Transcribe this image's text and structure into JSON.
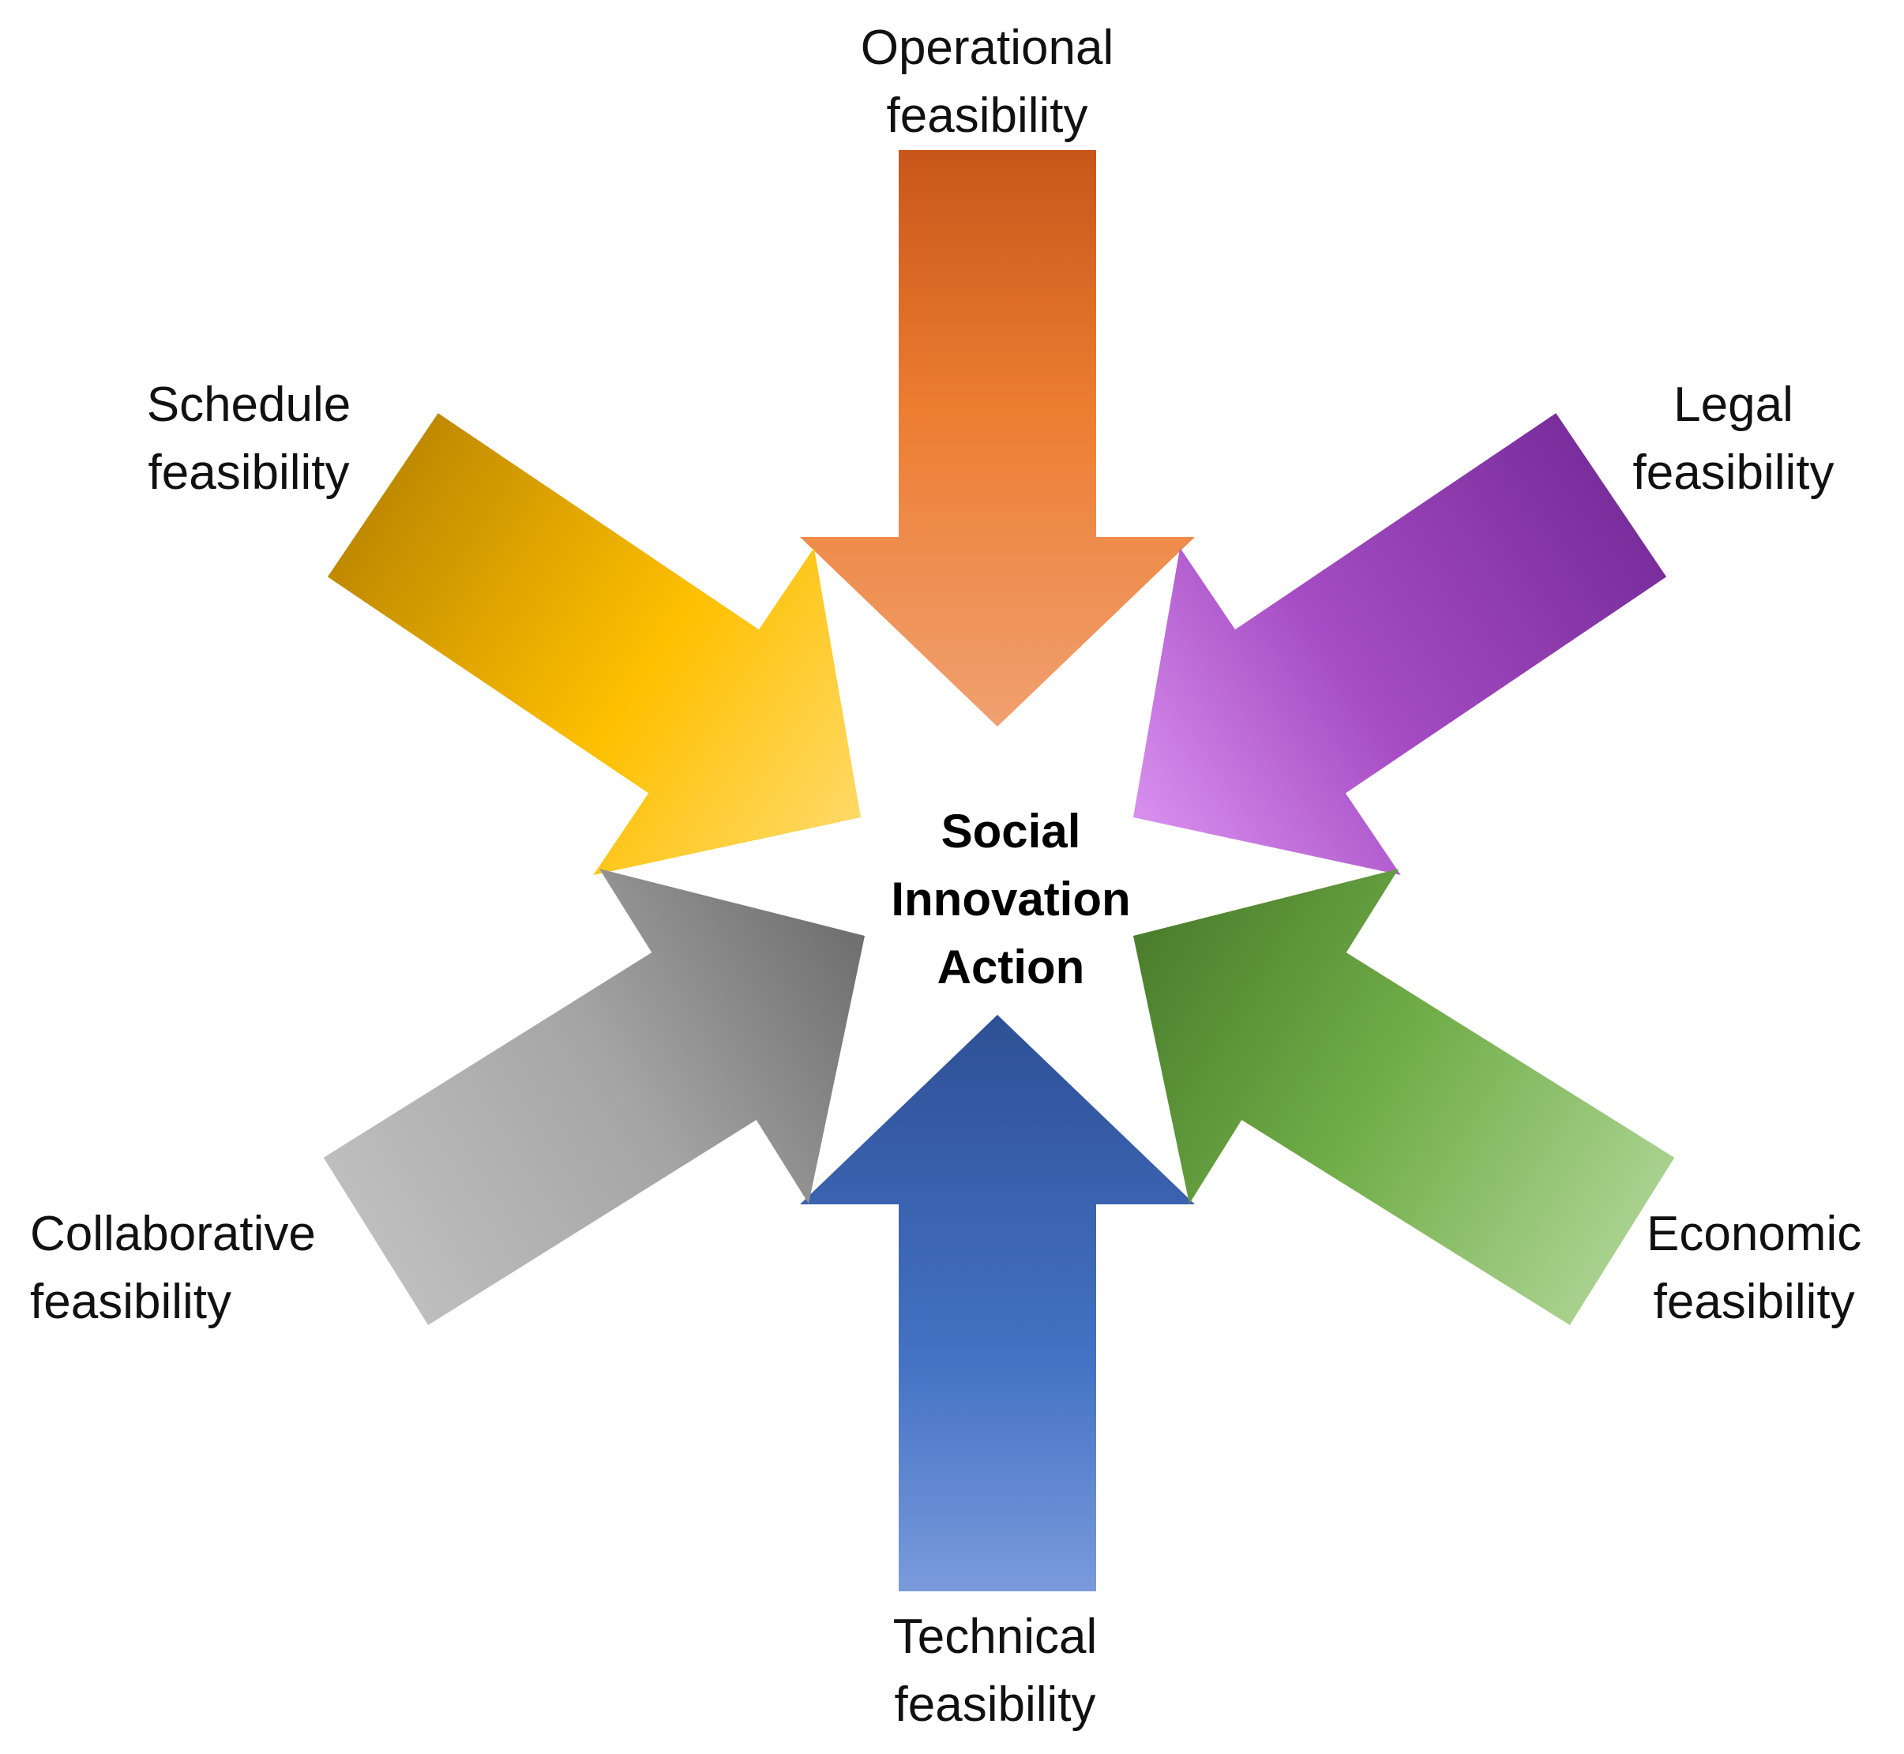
{
  "center": {
    "line1": "Social",
    "line2": "Innovation",
    "line3": "Action"
  },
  "factors": [
    {
      "id": "operational",
      "line1": "Operational",
      "line2": "feasibility",
      "color": "#ED7D31"
    },
    {
      "id": "legal",
      "line1": "Legal",
      "line2": "feasibility",
      "color": "#A64CC4"
    },
    {
      "id": "economic",
      "line1": "Economic",
      "line2": "feasibility",
      "color": "#70AD47"
    },
    {
      "id": "technical",
      "line1": "Technical",
      "line2": "feasibility",
      "color": "#4472C4"
    },
    {
      "id": "collaborative",
      "line1": "Collaborative",
      "line2": "feasibility",
      "color": "#A5A5A5"
    },
    {
      "id": "schedule",
      "line1": "Schedule",
      "line2": "feasibility",
      "color": "#FFC000"
    }
  ]
}
